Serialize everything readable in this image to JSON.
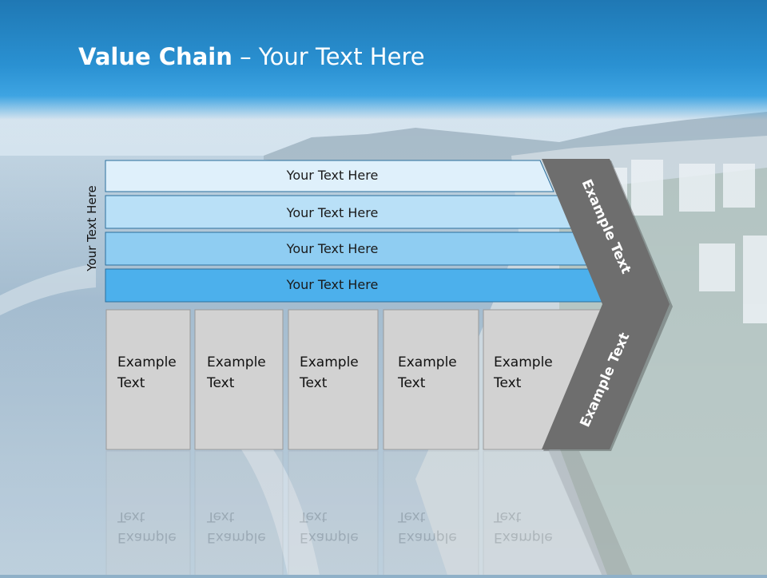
{
  "title": {
    "bold": "Value Chain",
    "rest": " – Your Text Here"
  },
  "side_label": "Your Text Here",
  "bars": [
    {
      "label": "Your Text Here"
    },
    {
      "label": "Your Text Here"
    },
    {
      "label": "Your Text Here"
    },
    {
      "label": "Your Text Here"
    }
  ],
  "boxes": [
    {
      "line1": "Example",
      "line2": "Text"
    },
    {
      "line1": "Example",
      "line2": "Text"
    },
    {
      "line1": "Example",
      "line2": "Text"
    },
    {
      "line1": "Example",
      "line2": "Text"
    },
    {
      "line1": "Example",
      "line2": "Text"
    }
  ],
  "chevron": {
    "upper": "Example Text",
    "lower": "Example Text"
  },
  "colors": {
    "bar_fills": [
      "#dff0fb",
      "#b9e0f7",
      "#8fcdf2",
      "#4cb0ec"
    ],
    "bar_stroke": "#2b6f9e",
    "box_fill": "#d2d2d2",
    "box_stroke": "#9a9a9a",
    "chevron_fill": "#6e6e6e"
  }
}
